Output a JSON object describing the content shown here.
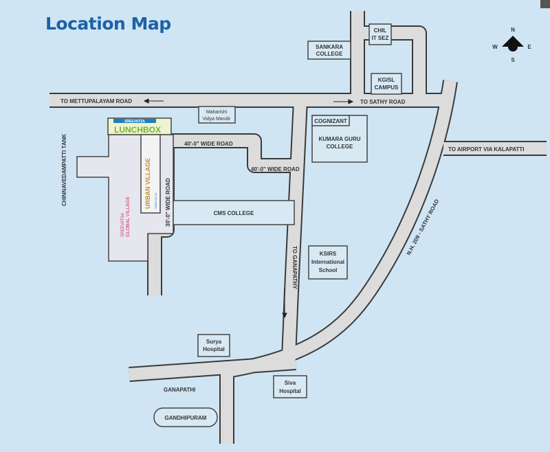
{
  "title": "Location Map",
  "compass": {
    "n": "N",
    "s": "S",
    "e": "E",
    "w": "W"
  },
  "roads": {
    "mettupalayam": "TO METTUPALAYAM ROAD",
    "sathy": "TO SATHY ROAD",
    "airport": "TO AIRPORT VIA KALAPATTI",
    "nh209": "N.H. 209 - SATHY ROAD",
    "ganapathy": "TO GANAPATHY",
    "wide40a": "40'-0\" WIDE ROAD",
    "wide40b": "40'-0\" WIDE ROAD",
    "wide30": "30'-0\" WIDE ROAD",
    "tank": "CHINNAVEDAMPATTI TANK"
  },
  "places": {
    "chil1": "CHIL",
    "chil2": "IT SEZ",
    "sankara1": "SANKARA",
    "sankara2": "COLLEGE",
    "kgisl1": "KGISL",
    "kgisl2": "CAMPUS",
    "cognizant": "COGNIZANT",
    "kumara1": "KUMARA GURU",
    "kumara2": "COLLEGE",
    "maharishi1": "Maharishi",
    "maharishi2": "Vidya Mandir",
    "cms": "CMS COLLEGE",
    "ksirs1": "KSIRS",
    "ksirs2": "International",
    "ksirs3": "School",
    "surya1": "Surya",
    "surya2": "Hospital",
    "siva1": "Siva",
    "siva2": "Hospital",
    "ganapathi": "GANAPATHI",
    "gandhipuram": "GANDHIPURAM",
    "lunchbox_brand": "SREEVATSA",
    "lunchbox": "LUNCHBOX",
    "urban_brand": "SREEVATSA",
    "urban": "URBAN VILLAGE",
    "global_brand": "SREEVATSA",
    "global": "GLOBAL VILLAGE"
  }
}
